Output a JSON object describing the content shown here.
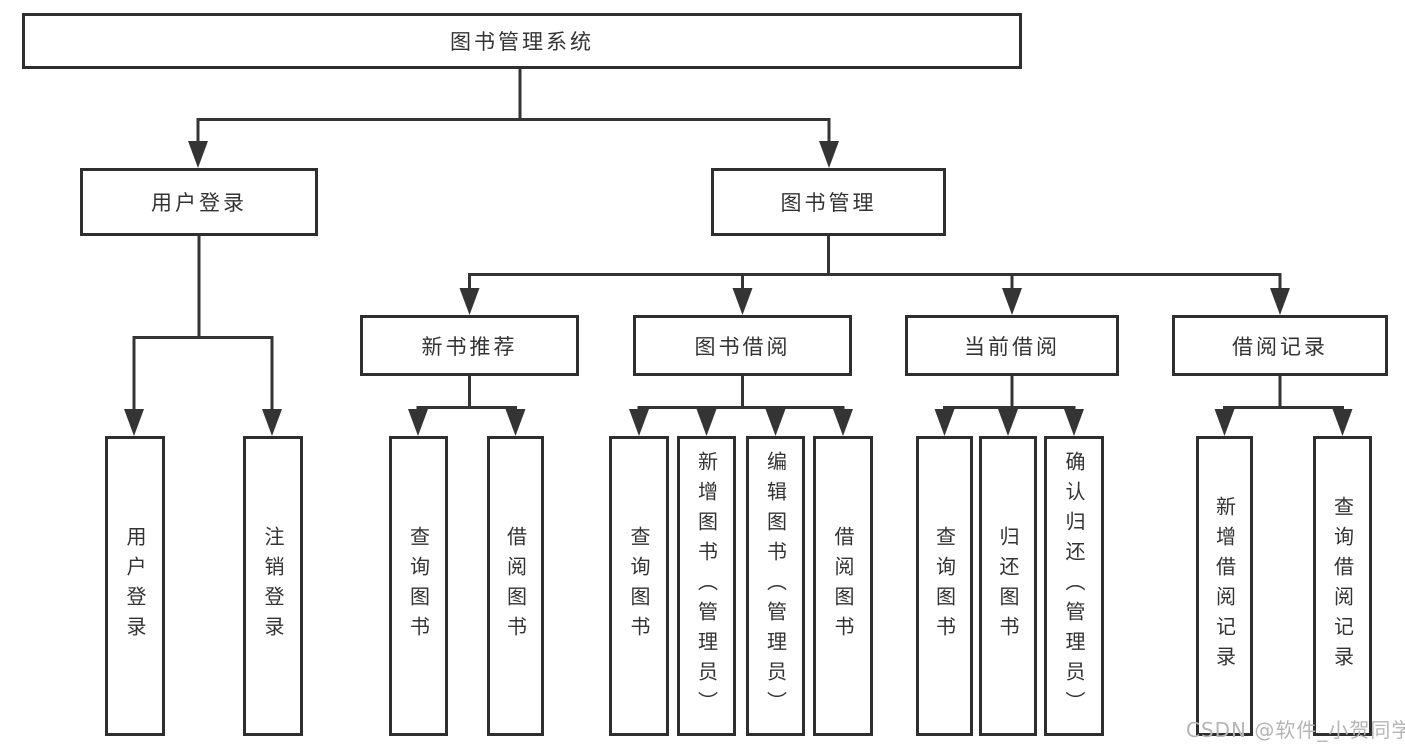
{
  "diagram": {
    "root": "图书管理系统",
    "level2": {
      "left": "用户登录",
      "right": "图书管理"
    },
    "login_children": [
      "用户登录",
      "注销登录"
    ],
    "modules": [
      "新书推荐",
      "图书借阅",
      "当前借阅",
      "借阅记录"
    ],
    "new_book_children": [
      "查询图书",
      "借阅图书"
    ],
    "borrow_children": [
      "查询图书",
      "新增图书（管理员）",
      "编辑图书（管理员）",
      "借阅图书"
    ],
    "current_children": [
      "查询图书",
      "归还图书",
      "确认归还（管理员）"
    ],
    "record_children": [
      "新增借阅记录",
      "查询借阅记录"
    ],
    "colors": {
      "line": "#343434",
      "border": "#2e2e2e",
      "text": "#333333",
      "watermark": "#b5b5b5"
    }
  },
  "watermark": "CSDN @软件_小贺同学"
}
